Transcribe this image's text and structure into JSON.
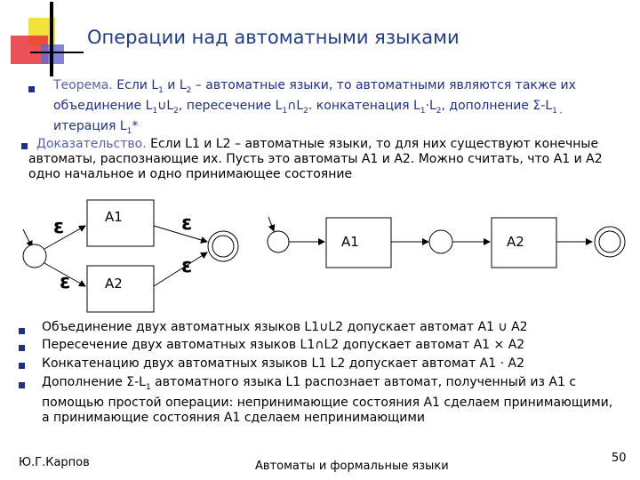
{
  "slide": {
    "title": "Операции над автоматными языками",
    "theorem": {
      "label": "Теорема.",
      "t1": " Если L",
      "s1": "1",
      "t2": " и L",
      "s2": "2",
      "t3": " – автоматные языки, то автоматными являются также их объединение L",
      "s3": "1",
      "t4": "∪L",
      "s4": "2",
      "t5": ", пересечение L",
      "s5": "1",
      "t6": "∩L",
      "s6": "2",
      "t7": ". конкатенация L",
      "s7": "1",
      "t8": "·L",
      "s8": "2",
      "t9": ", дополнение Σ-L",
      "s9": "1 ,",
      "t10": " итерация L",
      "s10": "1",
      "t11": "*"
    },
    "proof": {
      "label": "Доказательство.",
      "text": " Если L1 и L2 – автоматные языки, то для них существуют конечные автоматы, распознающие их. Пусть это автоматы A1 и A2. Можно считать, что A1 и A2 одно начальное и одно принимающее состояние"
    },
    "diagram_left": {
      "box1": "A1",
      "box2": "A2",
      "eps": "ε"
    },
    "diagram_right": {
      "box1": "A1",
      "box2": "A2"
    },
    "bullets": {
      "b1": "Объединение двух автоматных языков L1∪L2 допускает автомат A1 ∪ A2",
      "b2": "Пересечение двух автоматных языков L1∩L2 допускает автомат A1 × A2",
      "b3": "Конкатенацию двух автоматных языков L1 L2 допускает автомат A1 · A2",
      "b4a": " Дополнение Σ-L",
      "b4s": "1",
      "b4b": " автоматного языка L1 распознает автомат, полученный из A1 с помощью простой операции: непринимающие состояния A1 сделаем принимающими, а принимающие состояния A1 сделаем непринимающими"
    },
    "footer": {
      "author": "Ю.Г.Карпов",
      "course": "Автоматы и формальные языки",
      "page": "50"
    }
  }
}
